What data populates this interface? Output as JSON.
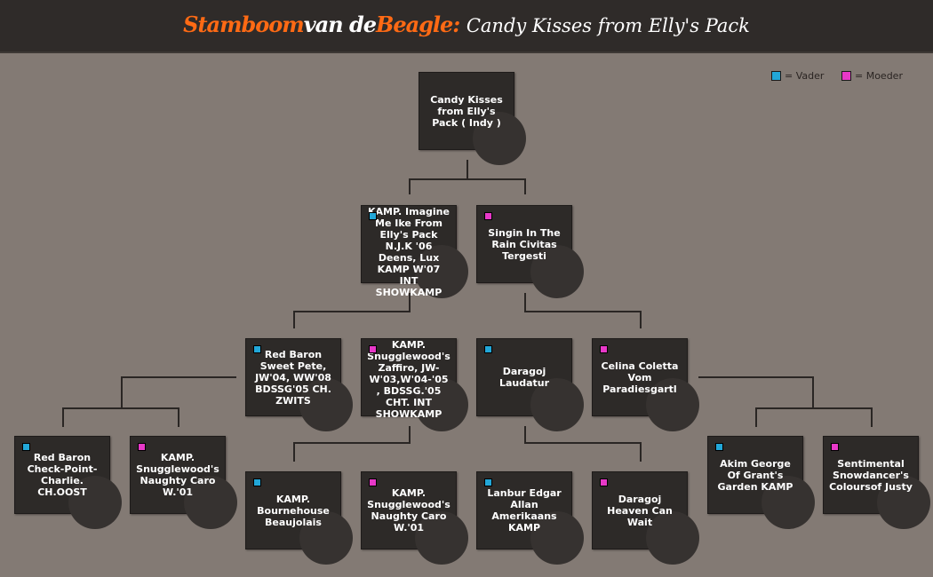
{
  "header": {
    "title_part1": "Stamboom",
    "title_part2": "van de",
    "title_part3": "Beagle:",
    "title_name": "Candy Kisses from Elly's Pack"
  },
  "legend": {
    "vader_label": "= Vader",
    "moeder_label": "= Moeder"
  },
  "colors": {
    "vader": "#22a7d8",
    "moeder": "#e838c8",
    "accent": "#ff6a14"
  },
  "dogs": {
    "root": "Candy Kisses from Elly's Pack ( Indy )",
    "f": "KAMP. Imagine Me Ike From Elly's Pack N.J.K '06 Deens, Lux KAMP W'07 INT SHOWKAMP",
    "m": "Singin In The Rain Civitas Tergesti",
    "ff": "Red Baron Sweet Pete, JW'04, WW'08 BDSSG'05 CH. ZWITS",
    "fm": "KAMP. Snugglewood's Zaffiro, JW-W'03,W'04-'05 , BDSSG.'05 CHT. INT SHOWKAMP",
    "mf": "Daragoj Laudatur",
    "mm": "Celina Coletta Vom Paradiesgartl",
    "fff": "Red Baron Check-Point-Charlie. CH.OOST",
    "ffm": "KAMP. Snugglewood's Naughty Caro W.'01",
    "fmf": "KAMP. Bournehouse Beaujolais",
    "fmm": "KAMP. Snugglewood's Naughty Caro W.'01",
    "mff": "Lanbur Edgar Allan Amerikaans KAMP",
    "mfm": "Daragoj Heaven Can Wait",
    "mmf": "Akim George Of Grant's Garden KAMP",
    "mmm": "Sentimental Snowdancer's Coloursof Justy"
  }
}
